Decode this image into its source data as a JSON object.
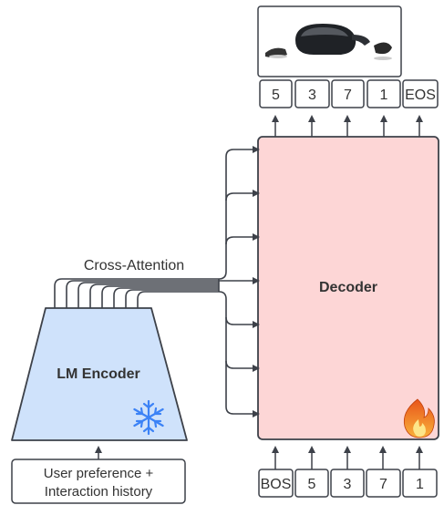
{
  "encoder": {
    "label": "LM Encoder"
  },
  "decoder": {
    "label": "Decoder"
  },
  "cross_attention": {
    "label": "Cross-Attention"
  },
  "input_box": {
    "line1": "User preference +",
    "line2": "Interaction history"
  },
  "output_tokens": [
    "5",
    "3",
    "7",
    "1",
    "EOS"
  ],
  "input_tokens": [
    "BOS",
    "5",
    "3",
    "7",
    "1"
  ],
  "icons": {
    "frozen": "snowflake-icon",
    "trainable": "fire-icon",
    "product": "vr-headset-image"
  },
  "colors": {
    "encoder_fill": "#cfe2fb",
    "decoder_fill": "#fdd6d6",
    "stroke": "#3d4149"
  }
}
